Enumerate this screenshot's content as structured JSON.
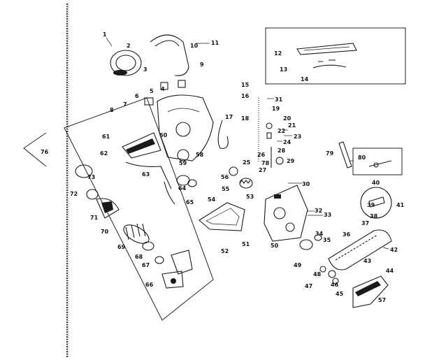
{
  "diagram": {
    "side_label": "76",
    "inset_labels": [
      "12",
      "13",
      "14"
    ],
    "sub_inset_label": "80",
    "callouts": [
      "1",
      "2",
      "3",
      "4",
      "5",
      "6",
      "7",
      "8",
      "9",
      "10",
      "11",
      "15",
      "16",
      "17",
      "18",
      "19",
      "20",
      "21",
      "22",
      "23",
      "24",
      "25",
      "26",
      "27",
      "28",
      "29",
      "30",
      "31",
      "32",
      "33",
      "34",
      "35",
      "36",
      "37",
      "38",
      "39",
      "40",
      "41",
      "42",
      "43",
      "44",
      "45",
      "46",
      "47",
      "48",
      "49",
      "50",
      "51",
      "52",
      "53",
      "54",
      "55",
      "56",
      "57",
      "58",
      "59",
      "60",
      "61",
      "62",
      "63",
      "64",
      "65",
      "66",
      "67",
      "68",
      "69",
      "70",
      "71",
      "72",
      "73",
      "78",
      "79"
    ]
  }
}
